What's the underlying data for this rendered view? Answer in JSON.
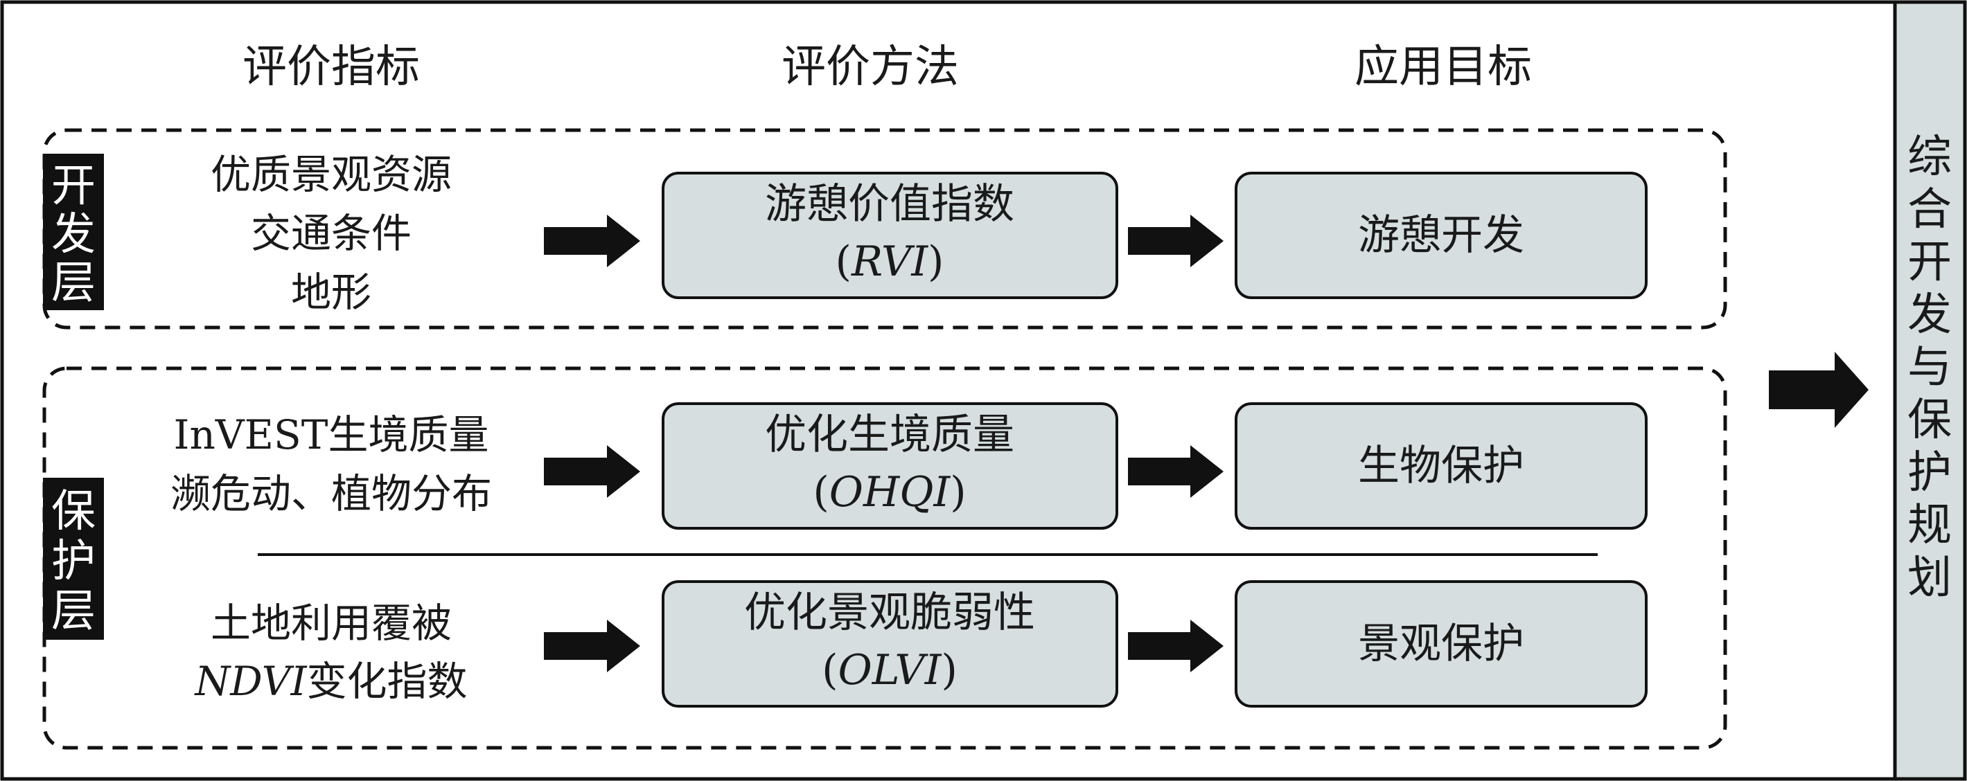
{
  "headers": {
    "indicators": "评价指标",
    "methods": "评价方法",
    "goals": "应用目标"
  },
  "layers": {
    "dev": [
      "开",
      "发",
      "层"
    ],
    "prot": [
      "保",
      "护",
      "层"
    ]
  },
  "indicators": {
    "dev": [
      "优质景观资源",
      "交通条件",
      "地形"
    ],
    "habitat": [
      "InVEST生境质量",
      "濒危动、植物分布"
    ],
    "land": {
      "line1": "土地利用覆被",
      "line2_italic": "NDVI",
      "line2_rest": "变化指数"
    }
  },
  "methods": {
    "rvi": {
      "name": "游憩价值指数",
      "abbr": "RVI"
    },
    "ohqi": {
      "name": "优化生境质量",
      "abbr": "OHQI"
    },
    "olvi": {
      "name": "优化景观脆弱性",
      "abbr": "OLVI"
    }
  },
  "goals": {
    "recreation": "游憩开发",
    "bio": "生物保护",
    "landscape": "景观保护"
  },
  "side": [
    "综",
    "合",
    "开",
    "发",
    "与",
    "保",
    "护",
    "规",
    "划"
  ],
  "colors": {
    "box_fill": "#d6dee0",
    "side_fill": "#d6dee0",
    "stroke": "#111111",
    "layer_label_bg": "#111111"
  }
}
